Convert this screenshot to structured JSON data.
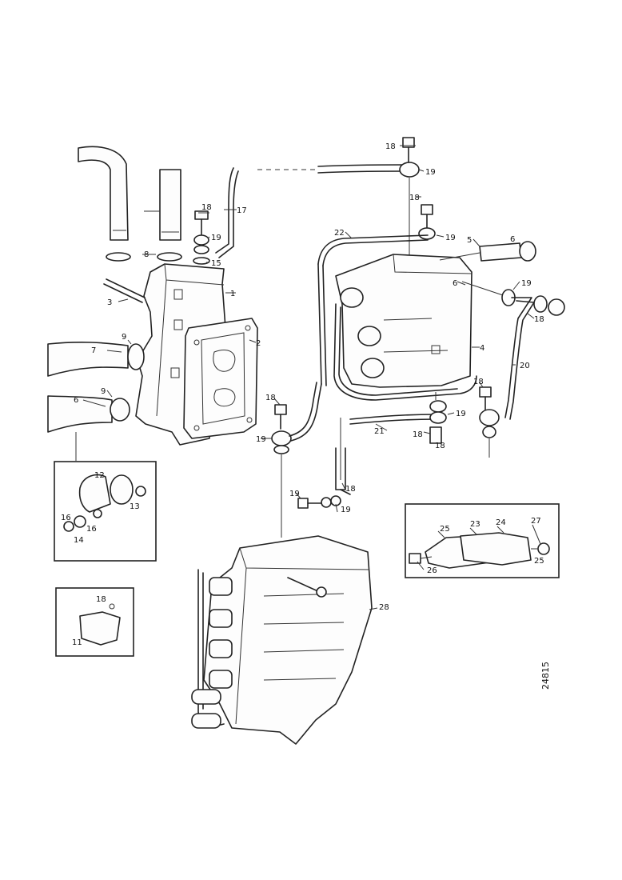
{
  "drawing_ref": "24815",
  "labels": {
    "l1": "1",
    "l2": "2",
    "l3": "3",
    "l4": "4",
    "l5": "5",
    "l6": "6",
    "l7": "7",
    "l8": "8",
    "l9a": "9",
    "l9b": "9",
    "l11": "11",
    "l12a": "12",
    "l13a": "13",
    "l14": "14",
    "l15a": "15",
    "l16": "16",
    "l17": "17",
    "l18a": "18",
    "l18b": "18",
    "l18c": "18",
    "l18d": "18",
    "l18e": "18",
    "l18f": "18",
    "l18g": "18",
    "l18h": "18",
    "l19a": "19",
    "l19b": "19",
    "l19c": "19",
    "l19d": "19",
    "l19e": "19",
    "l19f": "19",
    "l19g": "19",
    "l19h": "19",
    "l20": "20",
    "l21": "21",
    "l22": "22",
    "l23": "23",
    "l24": "24",
    "l25a": "25",
    "l25b": "25",
    "l26": "26",
    "l27": "27",
    "l28": "28",
    "l16b": "16"
  }
}
